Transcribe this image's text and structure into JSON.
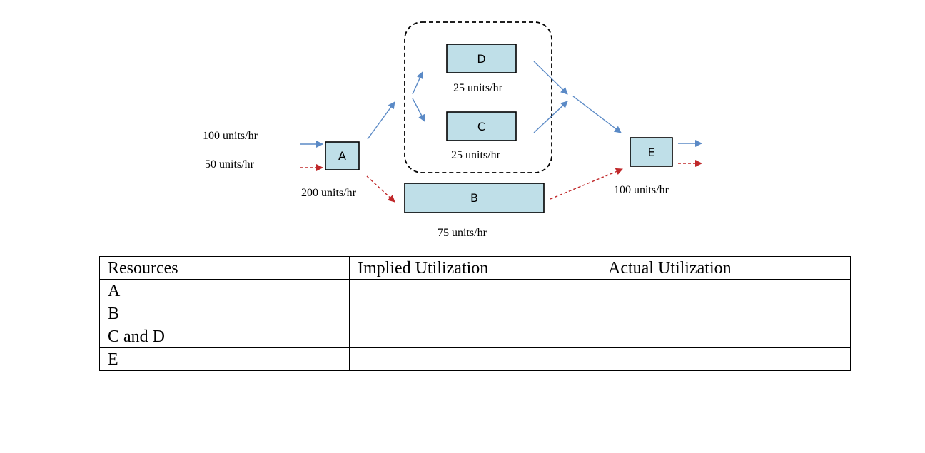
{
  "nodes": {
    "a": "A",
    "b": "B",
    "c": "C",
    "d": "D",
    "e": "E"
  },
  "rates": {
    "input_blue": "100 units/hr",
    "input_red": "50 units/hr",
    "a": "200 units/hr",
    "d": "25 units/hr",
    "c": "25 units/hr",
    "b": "75 units/hr",
    "e": "100 units/hr"
  },
  "colors": {
    "box_fill": "#bfdfe8",
    "blue_flow": "#5b8ac6",
    "red_flow": "#c0282a",
    "outline": "#000000"
  },
  "table": {
    "headers": [
      "Resources",
      "Implied Utilization",
      "Actual Utilization"
    ],
    "rows": [
      [
        "A",
        "",
        ""
      ],
      [
        "B",
        "",
        ""
      ],
      [
        "C and D",
        "",
        ""
      ],
      [
        "E",
        "",
        ""
      ]
    ]
  }
}
